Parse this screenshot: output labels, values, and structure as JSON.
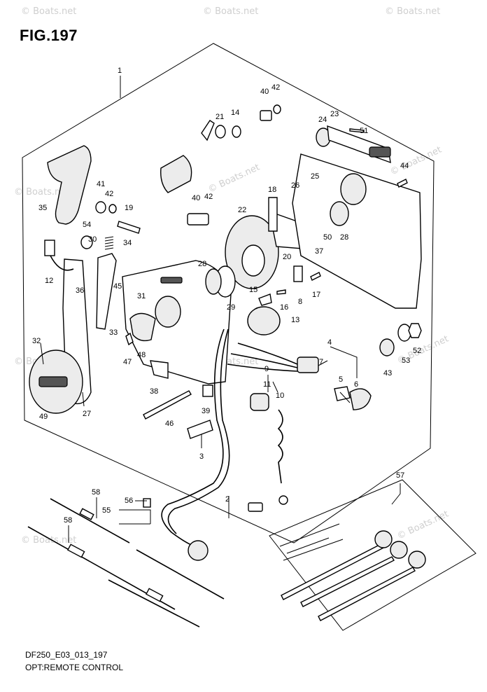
{
  "figure": {
    "title": "FIG.197"
  },
  "footer": {
    "code": "DF250_E03_013_197",
    "name": "OPT:REMOTE CONTROL"
  },
  "watermark": {
    "text": "© Boats.net",
    "color": "#cfcfcf"
  },
  "callouts": [
    {
      "id": "c1",
      "text": "1"
    },
    {
      "id": "c2",
      "text": "2"
    },
    {
      "id": "c3",
      "text": "3"
    },
    {
      "id": "c4",
      "text": "4"
    },
    {
      "id": "c5",
      "text": "5"
    },
    {
      "id": "c6",
      "text": "6"
    },
    {
      "id": "c7",
      "text": "7"
    },
    {
      "id": "c8",
      "text": "8"
    },
    {
      "id": "c9",
      "text": "9"
    },
    {
      "id": "c10",
      "text": "10"
    },
    {
      "id": "c11",
      "text": "11"
    },
    {
      "id": "c12",
      "text": "12"
    },
    {
      "id": "c13",
      "text": "13"
    },
    {
      "id": "c14",
      "text": "14"
    },
    {
      "id": "c15",
      "text": "15"
    },
    {
      "id": "c16",
      "text": "16"
    },
    {
      "id": "c17",
      "text": "17"
    },
    {
      "id": "c18",
      "text": "18"
    },
    {
      "id": "c19",
      "text": "19"
    },
    {
      "id": "c20",
      "text": "20"
    },
    {
      "id": "c21",
      "text": "21"
    },
    {
      "id": "c22",
      "text": "22"
    },
    {
      "id": "c23",
      "text": "23"
    },
    {
      "id": "c24",
      "text": "24"
    },
    {
      "id": "c25",
      "text": "25"
    },
    {
      "id": "c26",
      "text": "26"
    },
    {
      "id": "c27",
      "text": "27"
    },
    {
      "id": "c28a",
      "text": "28"
    },
    {
      "id": "c28b",
      "text": "28"
    },
    {
      "id": "c29",
      "text": "29"
    },
    {
      "id": "c30",
      "text": "30"
    },
    {
      "id": "c31",
      "text": "31"
    },
    {
      "id": "c32",
      "text": "32"
    },
    {
      "id": "c33",
      "text": "33"
    },
    {
      "id": "c34",
      "text": "34"
    },
    {
      "id": "c35",
      "text": "35"
    },
    {
      "id": "c36",
      "text": "36"
    },
    {
      "id": "c37",
      "text": "37"
    },
    {
      "id": "c38",
      "text": "38"
    },
    {
      "id": "c39",
      "text": "39"
    },
    {
      "id": "c40a",
      "text": "40"
    },
    {
      "id": "c40b",
      "text": "40"
    },
    {
      "id": "c41",
      "text": "41"
    },
    {
      "id": "c42a",
      "text": "42"
    },
    {
      "id": "c42b",
      "text": "42"
    },
    {
      "id": "c42c",
      "text": "42"
    },
    {
      "id": "c43",
      "text": "43"
    },
    {
      "id": "c44",
      "text": "44"
    },
    {
      "id": "c45",
      "text": "45"
    },
    {
      "id": "c46",
      "text": "46"
    },
    {
      "id": "c47",
      "text": "47"
    },
    {
      "id": "c48",
      "text": "48"
    },
    {
      "id": "c49",
      "text": "49"
    },
    {
      "id": "c50",
      "text": "50"
    },
    {
      "id": "c51",
      "text": "51"
    },
    {
      "id": "c52",
      "text": "52"
    },
    {
      "id": "c53",
      "text": "53"
    },
    {
      "id": "c54",
      "text": "54"
    },
    {
      "id": "c55",
      "text": "55"
    },
    {
      "id": "c56",
      "text": "56"
    },
    {
      "id": "c57",
      "text": "57"
    },
    {
      "id": "c58a",
      "text": "58"
    },
    {
      "id": "c58b",
      "text": "58"
    }
  ]
}
